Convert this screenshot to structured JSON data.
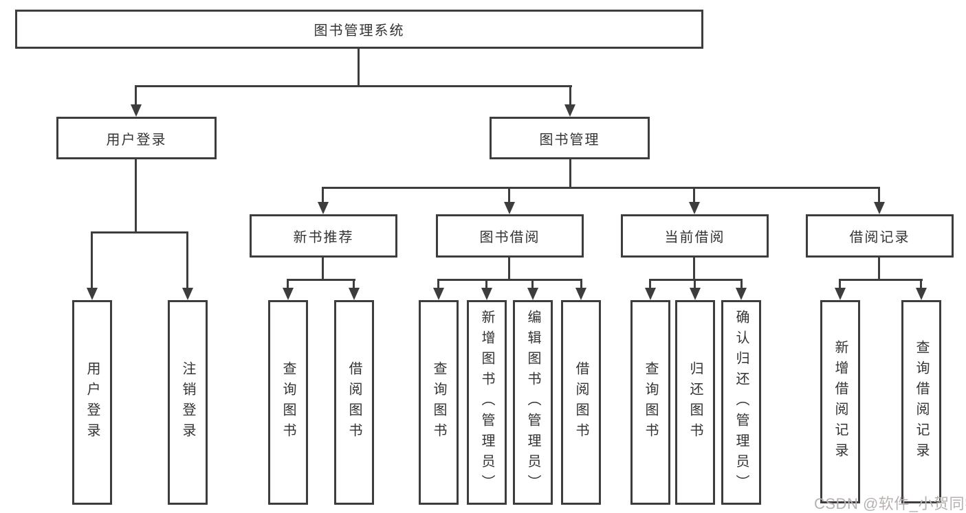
{
  "colors": {
    "line": "#3d3d3d",
    "box_border": "#3d3d3d",
    "text": "#333333",
    "background": "#ffffff",
    "watermark": "#b7b2b0"
  },
  "diagram": {
    "root": {
      "label": "图书管理系统"
    },
    "branches": [
      {
        "label": "用户登录",
        "children": [
          {
            "label": "用户登录"
          },
          {
            "label": "注销登录"
          }
        ]
      },
      {
        "label": "图书管理",
        "children": [
          {
            "label": "新书推荐",
            "children": [
              {
                "label": "查询图书"
              },
              {
                "label": "借阅图书"
              }
            ]
          },
          {
            "label": "图书借阅",
            "children": [
              {
                "label": "查询图书"
              },
              {
                "label": "新增图书（管理员）"
              },
              {
                "label": "编辑图书（管理员）"
              },
              {
                "label": "借阅图书"
              }
            ]
          },
          {
            "label": "当前借阅",
            "children": [
              {
                "label": "查询图书"
              },
              {
                "label": "归还图书"
              },
              {
                "label": "确认归还（管理员）"
              }
            ]
          },
          {
            "label": "借阅记录",
            "children": [
              {
                "label": "新增借阅记录"
              },
              {
                "label": "查询借阅记录"
              }
            ]
          }
        ]
      }
    ]
  },
  "watermark": {
    "text": "CSDN @软件_小贺同学"
  }
}
